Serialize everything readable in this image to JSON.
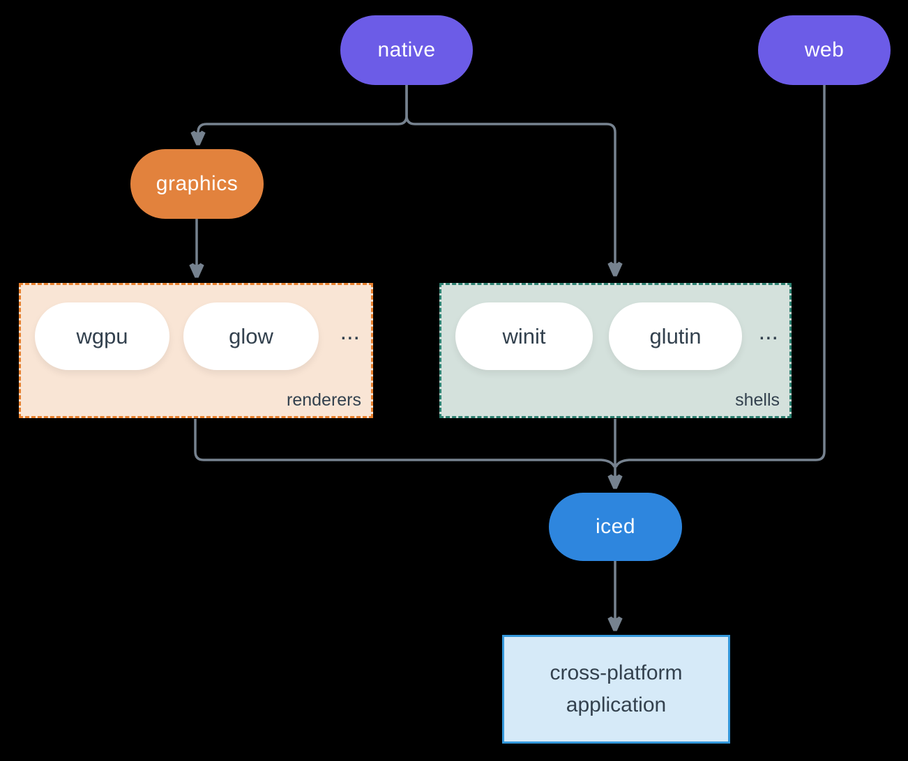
{
  "diagram": {
    "type": "flowchart",
    "nodes": {
      "native": {
        "label": "native"
      },
      "web": {
        "label": "web"
      },
      "graphics": {
        "label": "graphics"
      },
      "iced": {
        "label": "iced"
      },
      "application": {
        "label": "cross-platform application"
      }
    },
    "groups": {
      "renderers": {
        "label": "renderers",
        "items": [
          "wgpu",
          "glow"
        ],
        "ellipsis": "..."
      },
      "shells": {
        "label": "shells",
        "items": [
          "winit",
          "glutin"
        ],
        "ellipsis": "..."
      }
    },
    "edges": [
      {
        "from": "native",
        "to": "graphics"
      },
      {
        "from": "native",
        "to": "shells"
      },
      {
        "from": "graphics",
        "to": "renderers"
      },
      {
        "from": "renderers",
        "to": "iced"
      },
      {
        "from": "shells",
        "to": "iced"
      },
      {
        "from": "web",
        "to": "iced"
      },
      {
        "from": "iced",
        "to": "application"
      }
    ],
    "colors": {
      "background": "#000000",
      "native_web_fill": "#6C5CE7",
      "graphics_fill": "#E2823D",
      "iced_fill": "#2E86DE",
      "renderers_box_fill": "#F9E5D5",
      "renderers_box_border": "#E8802D",
      "shells_box_fill": "#D4E1DC",
      "shells_box_border": "#2E8272",
      "application_box_fill": "#D6EAF8",
      "application_box_border": "#3498DB",
      "inner_pill_fill": "#FFFFFF",
      "dark_text": "#33414E",
      "light_text": "#FFFFFF",
      "connector": "#76828F"
    }
  }
}
